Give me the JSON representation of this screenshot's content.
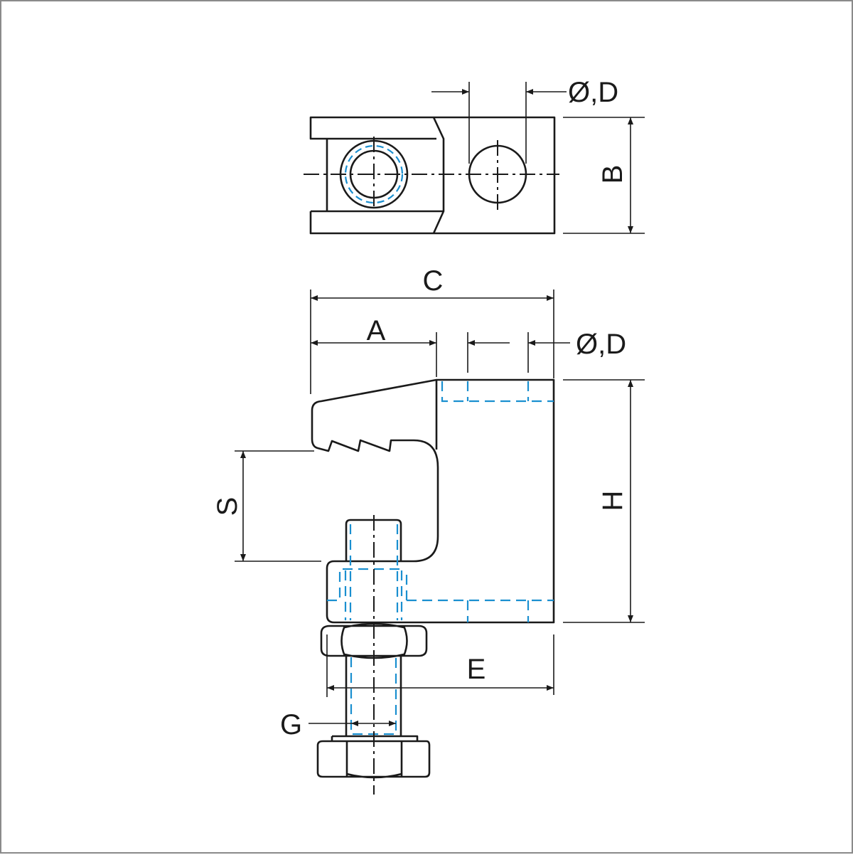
{
  "labels": {
    "top_diameter": "Ø,D",
    "b": "B",
    "c": "C",
    "a": "A",
    "front_diameter": "Ø,D",
    "h": "H",
    "s": "S",
    "e": "E",
    "g": "G"
  },
  "colors": {
    "outline": "#1a1a1a",
    "hidden": "#1a8fd0",
    "border": "#8a8a8a"
  }
}
